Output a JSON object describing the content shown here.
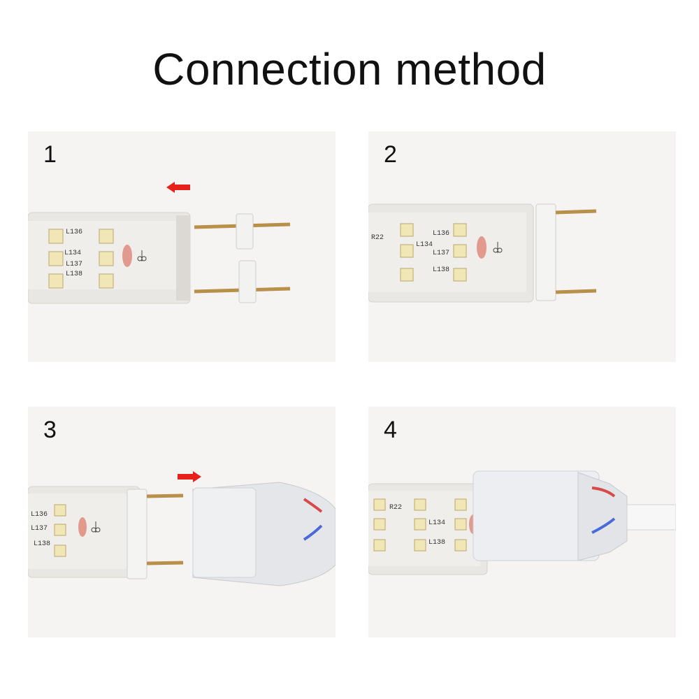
{
  "title": "Connection method",
  "steps": [
    {
      "number": "1",
      "direction": "left"
    },
    {
      "number": "2"
    },
    {
      "number": "3",
      "direction": "right"
    },
    {
      "number": "4"
    }
  ],
  "strip_labels": [
    "L136",
    "L134",
    "L137",
    "L138",
    "R22"
  ],
  "colors": {
    "arrow": "#e8201c",
    "pin": "#c9a05a",
    "strip": "#e9e7e3",
    "led": "#f1e6b6",
    "wire_red": "#d84a4a",
    "wire_blue": "#4a6ad8"
  }
}
